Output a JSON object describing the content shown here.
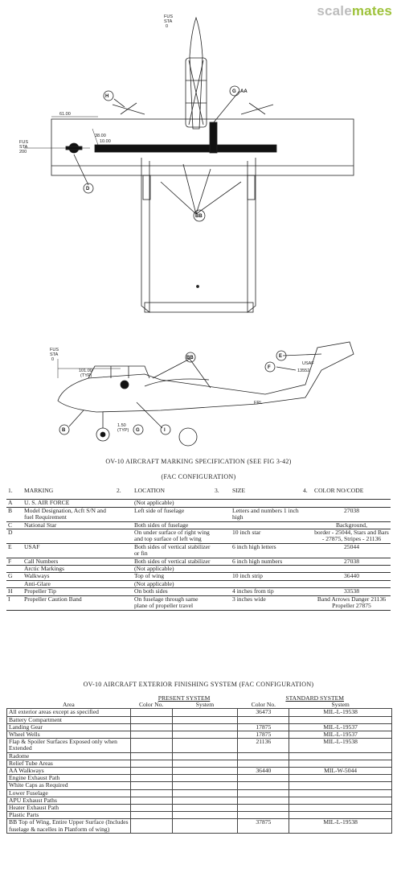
{
  "watermark": {
    "part1": "scale",
    "part2": "mates"
  },
  "figure": {
    "top_labels": {
      "fus_sta_top": "FUS\nSTA\n0",
      "dim_61": "61.00",
      "dim_38": "38.00",
      "dim_10": "10.00",
      "fus_sta_200": "FUS\nSTA\n200"
    },
    "side_labels": {
      "fus_sta": "FUS\nSTA\n0",
      "dim_101": "101.00\n(TYP)",
      "dim_150": "1.50\n(TYP)",
      "frl": "FRL",
      "usaf": "USAF",
      "serial": "13552"
    },
    "callouts": {
      "h": "H",
      "g": "G",
      "aa": "AA",
      "d": "D",
      "bb": "BB",
      "e": "E",
      "f": "F",
      "b": "B",
      "i": "I"
    }
  },
  "spec": {
    "title": "OV-10 AIRCRAFT MARKING SPECIFICATION (SEE FIG 3-42)",
    "subtitle": "(FAC CONFIGURATION)",
    "headers": [
      {
        "num": "1.",
        "label": "MARKING"
      },
      {
        "num": "2.",
        "label": "LOCATION"
      },
      {
        "num": "3.",
        "label": "SIZE"
      },
      {
        "num": "4.",
        "label": "COLOR NO/CODE"
      }
    ],
    "rows": [
      {
        "code": "A",
        "marking": "U. S. AIR FORCE",
        "location": "(Not applicable)",
        "size": "",
        "color": ""
      },
      {
        "code": "B",
        "marking": "Model Designation, Acft S/N and fuel Requirement",
        "location": "Left side of fuselage",
        "size": "Letters and numbers 1 inch high",
        "color": "27038"
      },
      {
        "code": "C",
        "marking": "National Star",
        "location": "Both sides of fuselage",
        "size": "",
        "color": "Background,"
      },
      {
        "code": "D",
        "marking": "",
        "location": "On under surface of right wing and top surface of left wing",
        "size": "10 inch star",
        "color": "border - 25044, Stars and Bars - 27875, Stripes - 21136"
      },
      {
        "code": "E",
        "marking": "USAF",
        "location": "Both sides of vertical stabilizer or fin",
        "size": "6 inch high letters",
        "color": "25044"
      },
      {
        "code": "F",
        "marking": "Call Numbers",
        "location": "Both sides of vertical stabilizer",
        "size": "6 inch high numbers",
        "color": "27038"
      },
      {
        "code": "",
        "marking": "Arctic Markings",
        "location": "(Not applicable)",
        "size": "",
        "color": ""
      },
      {
        "code": "G",
        "marking": "Walkways",
        "location": "Top of wing",
        "size": "10 inch strip",
        "color": "36440"
      },
      {
        "code": "",
        "marking": "Anti-Glare",
        "location": "(Not applicable)",
        "size": "",
        "color": ""
      },
      {
        "code": "H",
        "marking": "Propeller Tip",
        "location": "On both sides",
        "size": "4 inches from tip",
        "color": "33538"
      },
      {
        "code": "I",
        "marking": "Propeller Caution Band",
        "location": "On fuselage through same plane of propeller travel",
        "size": "3 inches wide",
        "color": "Band Arrows Danger 21136 Propeller 27875"
      }
    ]
  },
  "finish": {
    "title": "OV-10 AIRCRAFT EXTERIOR FINISHING SYSTEM (FAC CONFIGURATION)",
    "group_present": "PRESENT SYSTEM",
    "group_standard": "STANDARD SYSTEM",
    "col_area": "Area",
    "col_color": "Color No.",
    "col_system": "System",
    "rows": [
      {
        "area": "All exterior areas except as specified",
        "p_color": "",
        "p_system": "",
        "s_color": "36473",
        "s_system": "MIL-L-19538"
      },
      {
        "area": "Battery Compartment",
        "p_color": "",
        "p_system": "",
        "s_color": "",
        "s_system": ""
      },
      {
        "area": "Landing Gear",
        "p_color": "",
        "p_system": "",
        "s_color": "17875",
        "s_system": "MIL-L-19537"
      },
      {
        "area": "Wheel Wells",
        "p_color": "",
        "p_system": "",
        "s_color": "17875",
        "s_system": "MIL-L-19537"
      },
      {
        "area": "Flap & Spoiler Surfaces Exposed only when Extended",
        "p_color": "",
        "p_system": "",
        "s_color": "21136",
        "s_system": "MIL-L-19538"
      },
      {
        "area": "Radome",
        "p_color": "",
        "p_system": "",
        "s_color": "",
        "s_system": ""
      },
      {
        "area": "Relief Tube Areas",
        "p_color": "",
        "p_system": "",
        "s_color": "",
        "s_system": ""
      },
      {
        "area": "AA Walkways",
        "p_color": "",
        "p_system": "",
        "s_color": "36440",
        "s_system": "MIL-W-5044"
      },
      {
        "area": "Engine Exhaust Path",
        "p_color": "",
        "p_system": "",
        "s_color": "",
        "s_system": ""
      },
      {
        "area": "White Caps as Required",
        "p_color": "",
        "p_system": "",
        "s_color": "",
        "s_system": ""
      },
      {
        "area": "Lower Fuselage",
        "p_color": "",
        "p_system": "",
        "s_color": "",
        "s_system": ""
      },
      {
        "area": "APU Exhaust Paths",
        "p_color": "",
        "p_system": "",
        "s_color": "",
        "s_system": ""
      },
      {
        "area": "Heater Exhaust Path",
        "p_color": "",
        "p_system": "",
        "s_color": "",
        "s_system": ""
      },
      {
        "area": "Plastic Parts",
        "p_color": "",
        "p_system": "",
        "s_color": "",
        "s_system": ""
      },
      {
        "area": "BB Top of Wing, Entire Upper Surface (Includes fuselage & nacelles in Planform of wing)",
        "p_color": "",
        "p_system": "",
        "s_color": "37875",
        "s_system": "MIL-L-19538"
      }
    ]
  }
}
